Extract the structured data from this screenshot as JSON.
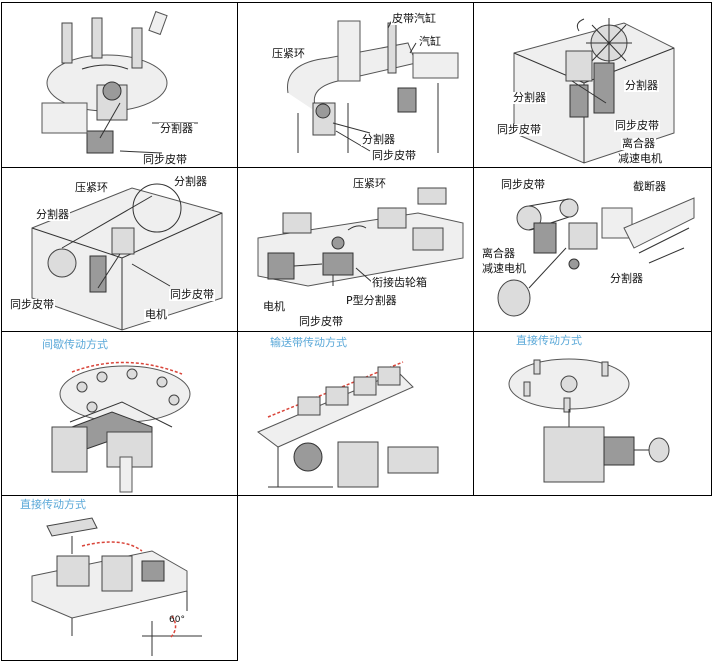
{
  "panels": [
    {
      "labels": [
        "分割器",
        "同步皮带"
      ]
    },
    {
      "labels": [
        "皮带汽缸",
        "压紧环",
        "汽缸",
        "分割器",
        "同步皮带"
      ]
    },
    {
      "labels": [
        "分割器",
        "分割器",
        "同步皮带",
        "同步皮带",
        "离合器",
        "减速电机"
      ]
    },
    {
      "labels": [
        "压紧环",
        "分割器",
        "分割器",
        "同步皮带",
        "同步皮带",
        "电机"
      ]
    },
    {
      "labels": [
        "压紧环",
        "衔接齿轮箱",
        "P型分割器",
        "电机",
        "同步皮带"
      ]
    },
    {
      "labels": [
        "同步皮带",
        "截断器",
        "离合器",
        "减速电机",
        "分割器"
      ]
    }
  ],
  "captions": {
    "intermittent": "间歇传动方式",
    "conveyor": "输送带传动方式",
    "direct1": "直接传动方式",
    "direct2": "直接传动方式"
  },
  "angle_label": "60°"
}
